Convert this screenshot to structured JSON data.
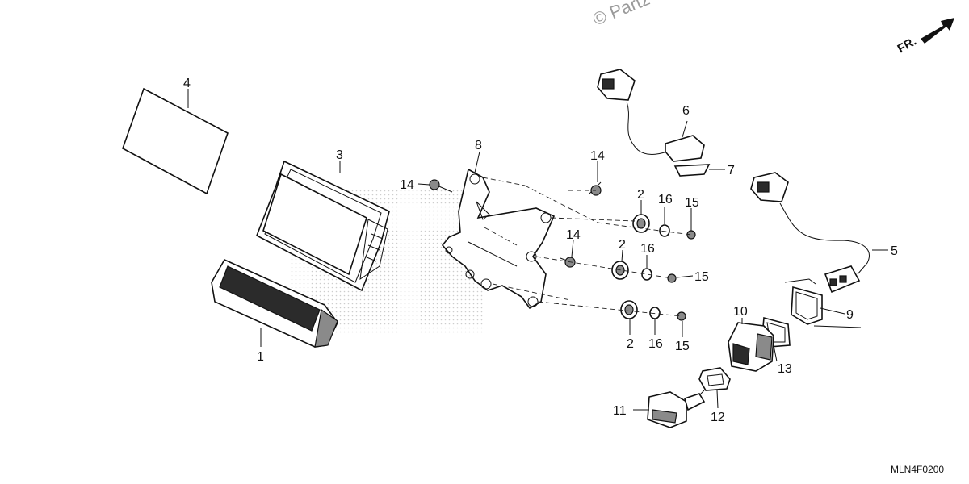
{
  "watermark": "© Partz",
  "direction_label": "FR.",
  "diagram_code": "MLN4F0200",
  "callouts": {
    "c1": "1",
    "c2a": "2",
    "c2b": "2",
    "c2c": "2",
    "c3": "3",
    "c4": "4",
    "c5": "5",
    "c6": "6",
    "c7": "7",
    "c8": "8",
    "c9": "9",
    "c10": "10",
    "c11": "11",
    "c12": "12",
    "c13": "13",
    "c14a": "14",
    "c14b": "14",
    "c14c": "14",
    "c15a": "15",
    "c15b": "15",
    "c15c": "15",
    "c16a": "16",
    "c16b": "16",
    "c16c": "16"
  }
}
